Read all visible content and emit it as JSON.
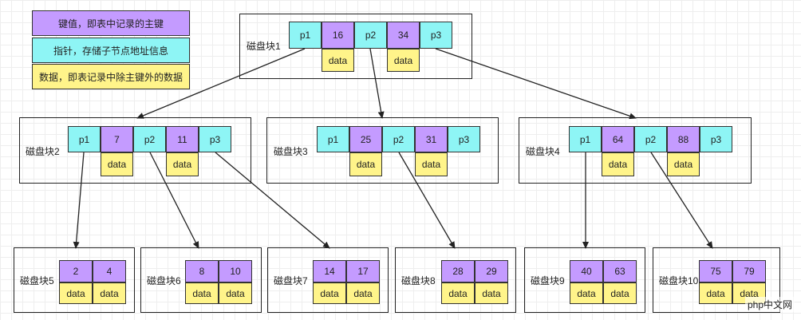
{
  "legend": {
    "key_label": "键值，即表中记录的主键",
    "pointer_label": "指针，存储子节点地址信息",
    "data_label": "数据，即表记录中除主键外的数据",
    "colors": {
      "pointer": "#8ef5f5",
      "key": "#c49bff",
      "data": "#fff48a"
    }
  },
  "root": {
    "label": "磁盘块1",
    "cells": [
      "p1",
      "16",
      "p2",
      "34",
      "p3"
    ],
    "data_label": "data"
  },
  "internal": [
    {
      "label": "磁盘块2",
      "cells": [
        "p1",
        "7",
        "p2",
        "11",
        "p3"
      ],
      "data_label": "data"
    },
    {
      "label": "磁盘块3",
      "cells": [
        "p1",
        "25",
        "p2",
        "31",
        "p3"
      ],
      "data_label": "data"
    },
    {
      "label": "磁盘块4",
      "cells": [
        "p1",
        "64",
        "p2",
        "88",
        "p3"
      ],
      "data_label": "data"
    }
  ],
  "leaves": [
    {
      "label": "磁盘块5",
      "keys": [
        "2",
        "4"
      ],
      "data": [
        "data",
        "data"
      ]
    },
    {
      "label": "磁盘块6",
      "keys": [
        "8",
        "10"
      ],
      "data": [
        "data",
        "data"
      ]
    },
    {
      "label": "磁盘块7",
      "keys": [
        "14",
        "17"
      ],
      "data": [
        "data",
        "data"
      ]
    },
    {
      "label": "磁盘块8",
      "keys": [
        "28",
        "29"
      ],
      "data": [
        "data",
        "data"
      ]
    },
    {
      "label": "磁盘块9",
      "keys": [
        "40",
        "63"
      ],
      "data": [
        "data",
        "data"
      ]
    },
    {
      "label": "磁盘块10",
      "keys": [
        "75",
        "79"
      ],
      "data": [
        "data",
        "data"
      ]
    }
  ],
  "watermark": "php中文网"
}
